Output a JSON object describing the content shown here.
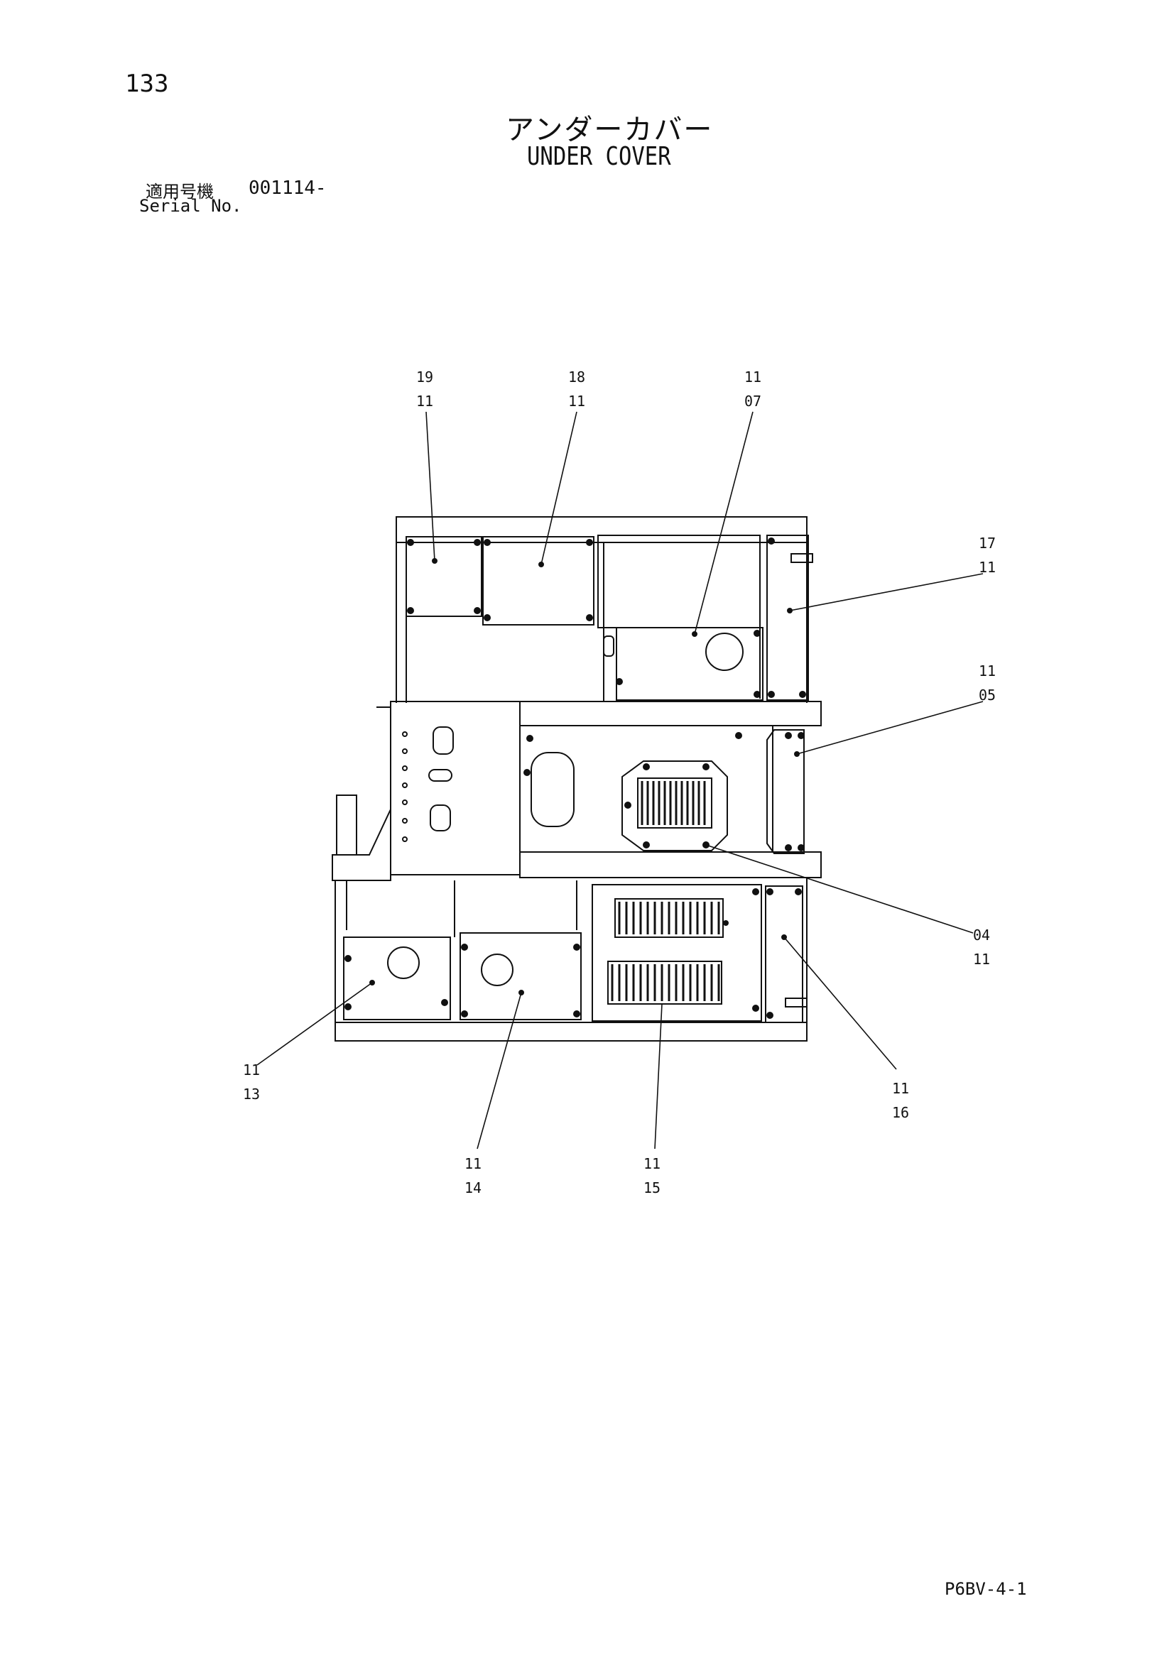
{
  "header": {
    "page_number": "133",
    "title_jp": "アンダーカバー",
    "title_en": "UNDER COVER",
    "serial_label_jp": "適用号機",
    "serial_value": "001114-",
    "serial_label_en": "Serial No."
  },
  "callouts": [
    {
      "id": "c19",
      "top": "19",
      "bottom": "11"
    },
    {
      "id": "c18",
      "top": "18",
      "bottom": "11"
    },
    {
      "id": "c07",
      "top": "11",
      "bottom": "07"
    },
    {
      "id": "c17",
      "top": "17",
      "bottom": "11"
    },
    {
      "id": "c05",
      "top": "11",
      "bottom": "05"
    },
    {
      "id": "c04",
      "top": "04",
      "bottom": "11"
    },
    {
      "id": "c13",
      "top": "11",
      "bottom": "13"
    },
    {
      "id": "c14",
      "top": "11",
      "bottom": "14"
    },
    {
      "id": "c15",
      "top": "11",
      "bottom": "15"
    },
    {
      "id": "c16",
      "top": "11",
      "bottom": "16"
    }
  ],
  "footer": {
    "doc_code": "P6BV-4-1"
  }
}
